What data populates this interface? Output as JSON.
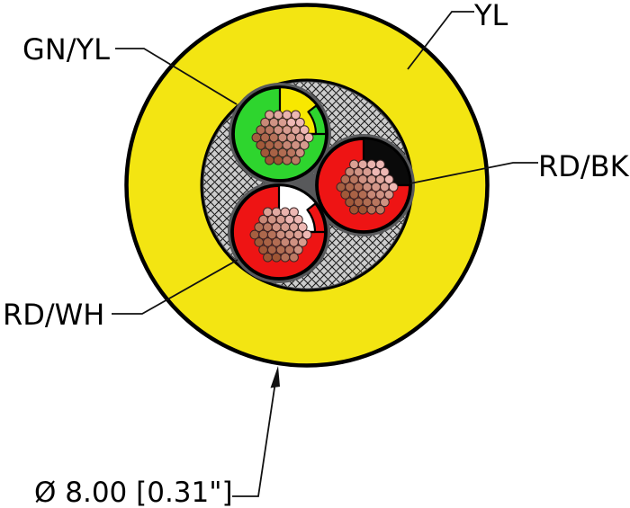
{
  "diagram": {
    "type": "cable-cross-section",
    "jacket": {
      "label": "YL",
      "color_name": "yellow"
    },
    "shield": {
      "style": "braided-screen"
    },
    "conductors": [
      {
        "label": "GN/YL",
        "body_color_name": "green",
        "stripe_color_name": "yellow"
      },
      {
        "label": "RD/BK",
        "body_color_name": "red",
        "stripe_color_name": "black"
      },
      {
        "label": "RD/WH",
        "body_color_name": "red",
        "stripe_color_name": "white"
      }
    ],
    "diameter_label": "Ø 8.00 [0.31\"]"
  },
  "colors": {
    "jacket_yl": "#f3e512",
    "wedge_yl": "#f8e800",
    "gn": "#2ed52e",
    "rd": "#ee1414",
    "bk": "#0a0a0a",
    "wh": "#ffffff",
    "outline": "#000000",
    "shield_gray": "#58595b",
    "braid_bg": "#cccccc",
    "braid_light": "#f5f5f5",
    "braid_line": "#1a1a1a",
    "strand_light": "#eeb8b4",
    "strand_dark": "#9e5534",
    "strand_outline": "#3a2424",
    "leader_line": "#111111"
  }
}
